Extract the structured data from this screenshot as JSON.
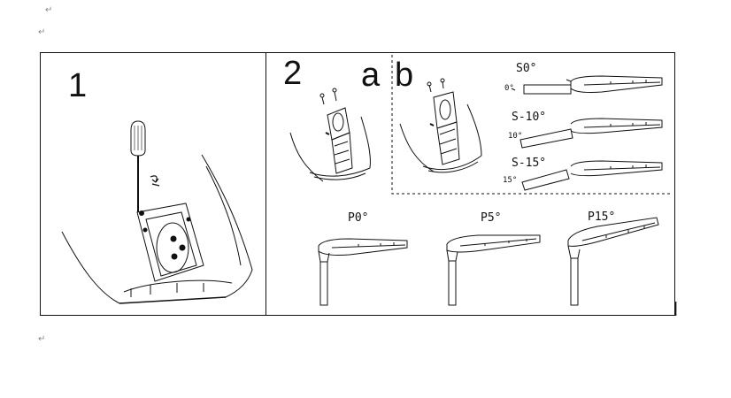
{
  "marks": {
    "paragraph": "↵",
    "cursor": "|"
  },
  "step1": {
    "number": "1"
  },
  "step2": {
    "number": "2",
    "sub_a": "a",
    "sub_b": "b",
    "side_angles": [
      {
        "label": "S0°",
        "small": "0°"
      },
      {
        "label": "S-10°",
        "small": "10°"
      },
      {
        "label": "S-15°",
        "small": "15°"
      }
    ],
    "post_angles": [
      {
        "label": "P0°"
      },
      {
        "label": "P5°"
      },
      {
        "label": "P15°"
      }
    ]
  }
}
